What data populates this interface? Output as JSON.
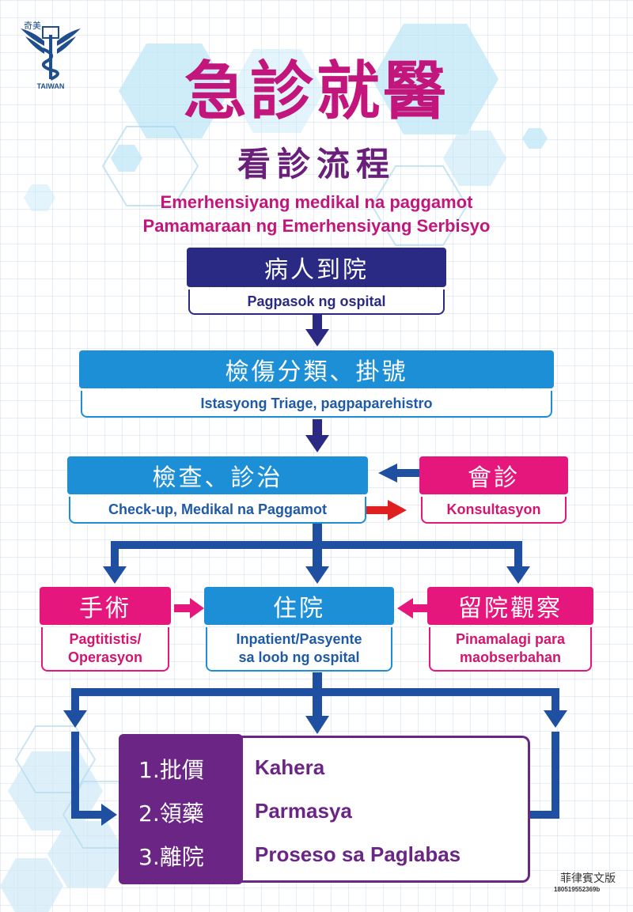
{
  "header": {
    "title_zh": "急診就醫",
    "subtitle_zh": "看診流程",
    "title_en_line1": "Emerhensiyang medikal na paggamot",
    "title_en_line2": "Pamamaraan ng Emerhensiyang Serbisyo",
    "logo_text": "TAIWAN",
    "logo_chars": "奇美"
  },
  "flow": {
    "arrival": {
      "zh": "病人到院",
      "en": "Pagpasok ng ospital"
    },
    "triage": {
      "zh": "檢傷分類、掛號",
      "en": "Istasyong Triage, pagpaparehistro"
    },
    "exam": {
      "zh": "檢查、診治",
      "en": "Check-up, Medikal na Paggamot"
    },
    "consult": {
      "zh": "會診",
      "en": "Konsultasyon"
    },
    "surgery": {
      "zh": "手術",
      "en_line1": "Pagtitistis/",
      "en_line2": "Operasyon"
    },
    "admit": {
      "zh": "住院",
      "en_line1": "Inpatient/Pasyente",
      "en_line2": "sa loob ng ospital"
    },
    "observe": {
      "zh": "留院觀察",
      "en_line1": "Pinamalagi para",
      "en_line2": "maobserbahan"
    }
  },
  "final_steps": [
    {
      "zh": "1.批價",
      "en": "Kahera"
    },
    {
      "zh": "2.領藥",
      "en": "Parmasya"
    },
    {
      "zh": "3.離院",
      "en": "Proseso sa Paglabas"
    }
  ],
  "footer": {
    "version": "菲律賓文版",
    "code": "180519552369b"
  },
  "colors": {
    "navy": "#2a2a85",
    "blue": "#1d8fd6",
    "pink": "#e5167c",
    "purple": "#6a2585",
    "arrow_red": "#e02020",
    "arrow_blue": "#1f4fa0"
  }
}
